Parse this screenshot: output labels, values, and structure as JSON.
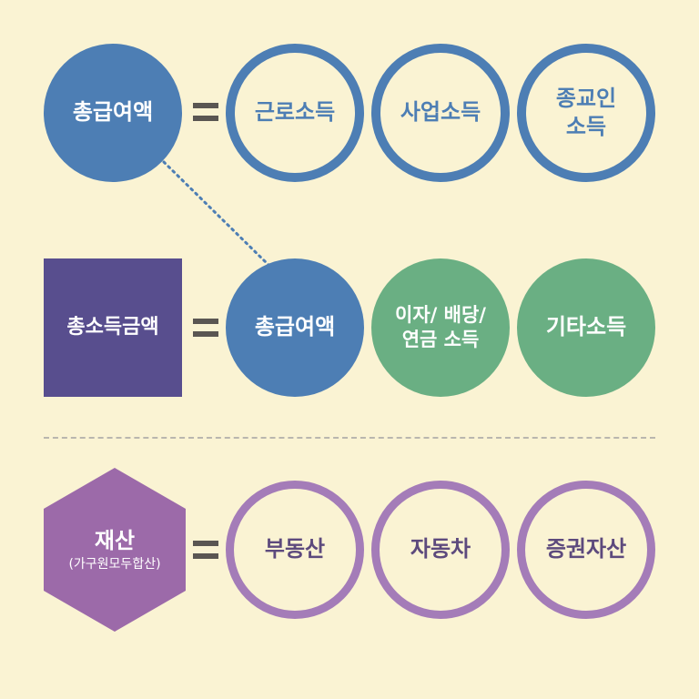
{
  "row1": {
    "main": "총급여액",
    "items": [
      "근로소득",
      "사업소득",
      "종교인\n소득"
    ]
  },
  "row2": {
    "main": "총소득금액",
    "items": [
      "총급여액",
      "이자/ 배당/\n연금 소득",
      "기타소득"
    ]
  },
  "row3": {
    "main": "재산",
    "main_sub": "(가구원모두합산)",
    "items": [
      "부동산",
      "자동차",
      "증권자산"
    ]
  },
  "colors": {
    "background": "#faf3d3",
    "blue": "#4d7eb4",
    "green": "#6aaf83",
    "indigo": "#584e8e",
    "purple": "#9c6aa9",
    "purple_ring": "#a47cb8",
    "operator": "#5a5652"
  }
}
